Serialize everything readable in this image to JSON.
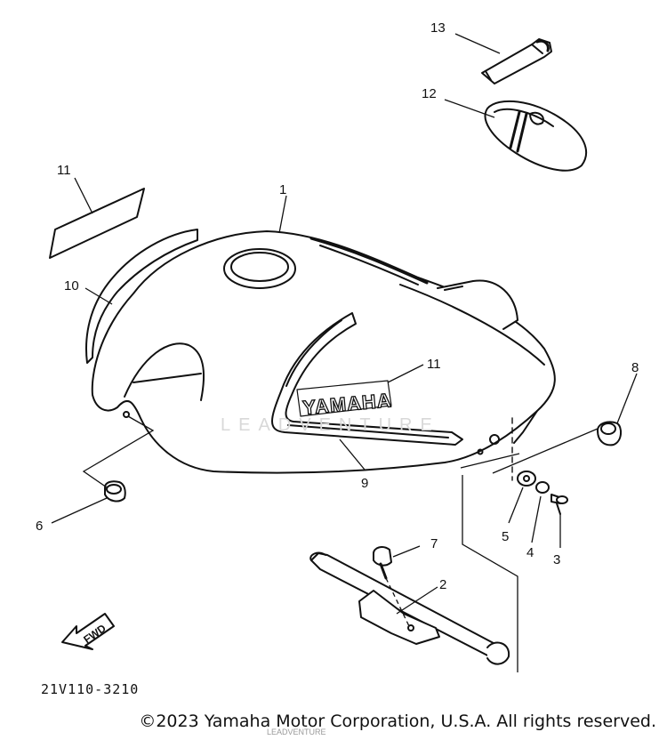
{
  "callouts": {
    "c1": "1",
    "c2": "2",
    "c3": "3",
    "c4": "4",
    "c5": "5",
    "c6": "6",
    "c7": "7",
    "c8": "8",
    "c9": "9",
    "c10": "10",
    "c11a": "11",
    "c11b": "11",
    "c12": "12",
    "c13": "13"
  },
  "tank_brand_text": "YAMAHA",
  "fwd_arrow_text": "FWD",
  "diagram_code": "21V110-3210",
  "watermark": {
    "text": "LEADVENTURE",
    "small_text": "LEADVENTURE"
  },
  "copyright": "©2023 Yamaha Motor Corporation, U.S.A. All rights reserved."
}
